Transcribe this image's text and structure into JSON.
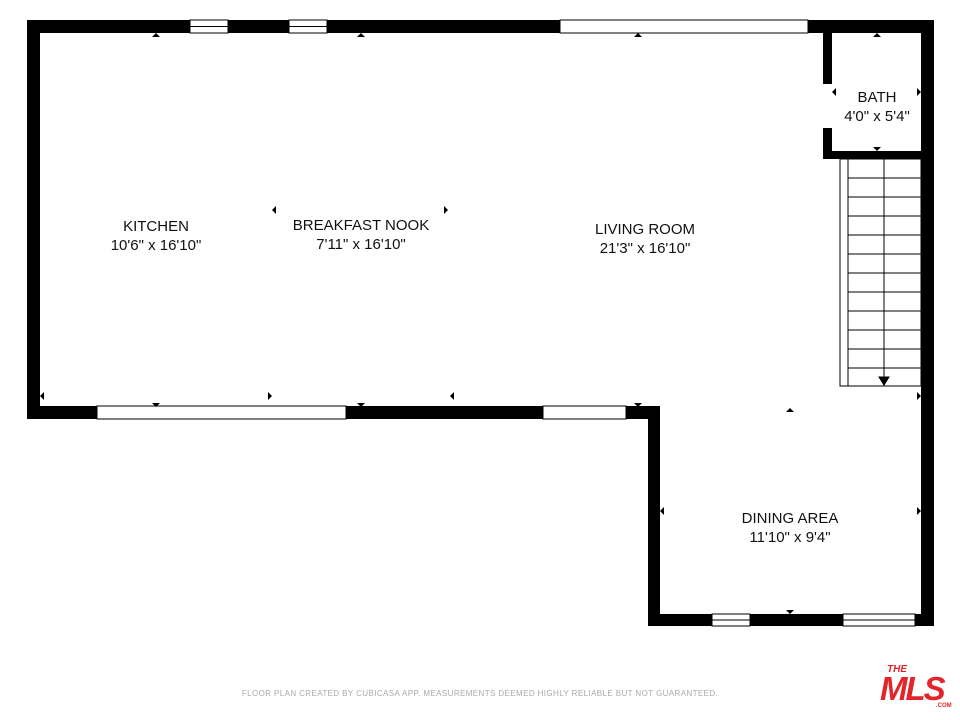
{
  "rooms": {
    "kitchen": {
      "name": "KITCHEN",
      "size": "10'6\" x 16'10\""
    },
    "breakfast_nook": {
      "name": "BREAKFAST NOOK",
      "size": "7'11\" x 16'10\""
    },
    "living_room": {
      "name": "LIVING ROOM",
      "size": "21'3\" x 16'10\""
    },
    "bath": {
      "name": "BATH",
      "size": "4'0\" x 5'4\""
    },
    "dining_area": {
      "name": "DINING AREA",
      "size": "11'10\" x 9'4\""
    }
  },
  "footer_note": "FLOOR PLAN CREATED BY CUBICASA APP. MEASUREMENTS DEEMED HIGHLY RELIABLE BUT NOT GUARANTEED.",
  "logo": {
    "top": "THE",
    "main": "MLS",
    "sub": ".COM"
  },
  "colors": {
    "wall": "#000000",
    "opening": "#ffffff",
    "logo": "#e2252b",
    "footer_text": "#aaaaaa"
  }
}
